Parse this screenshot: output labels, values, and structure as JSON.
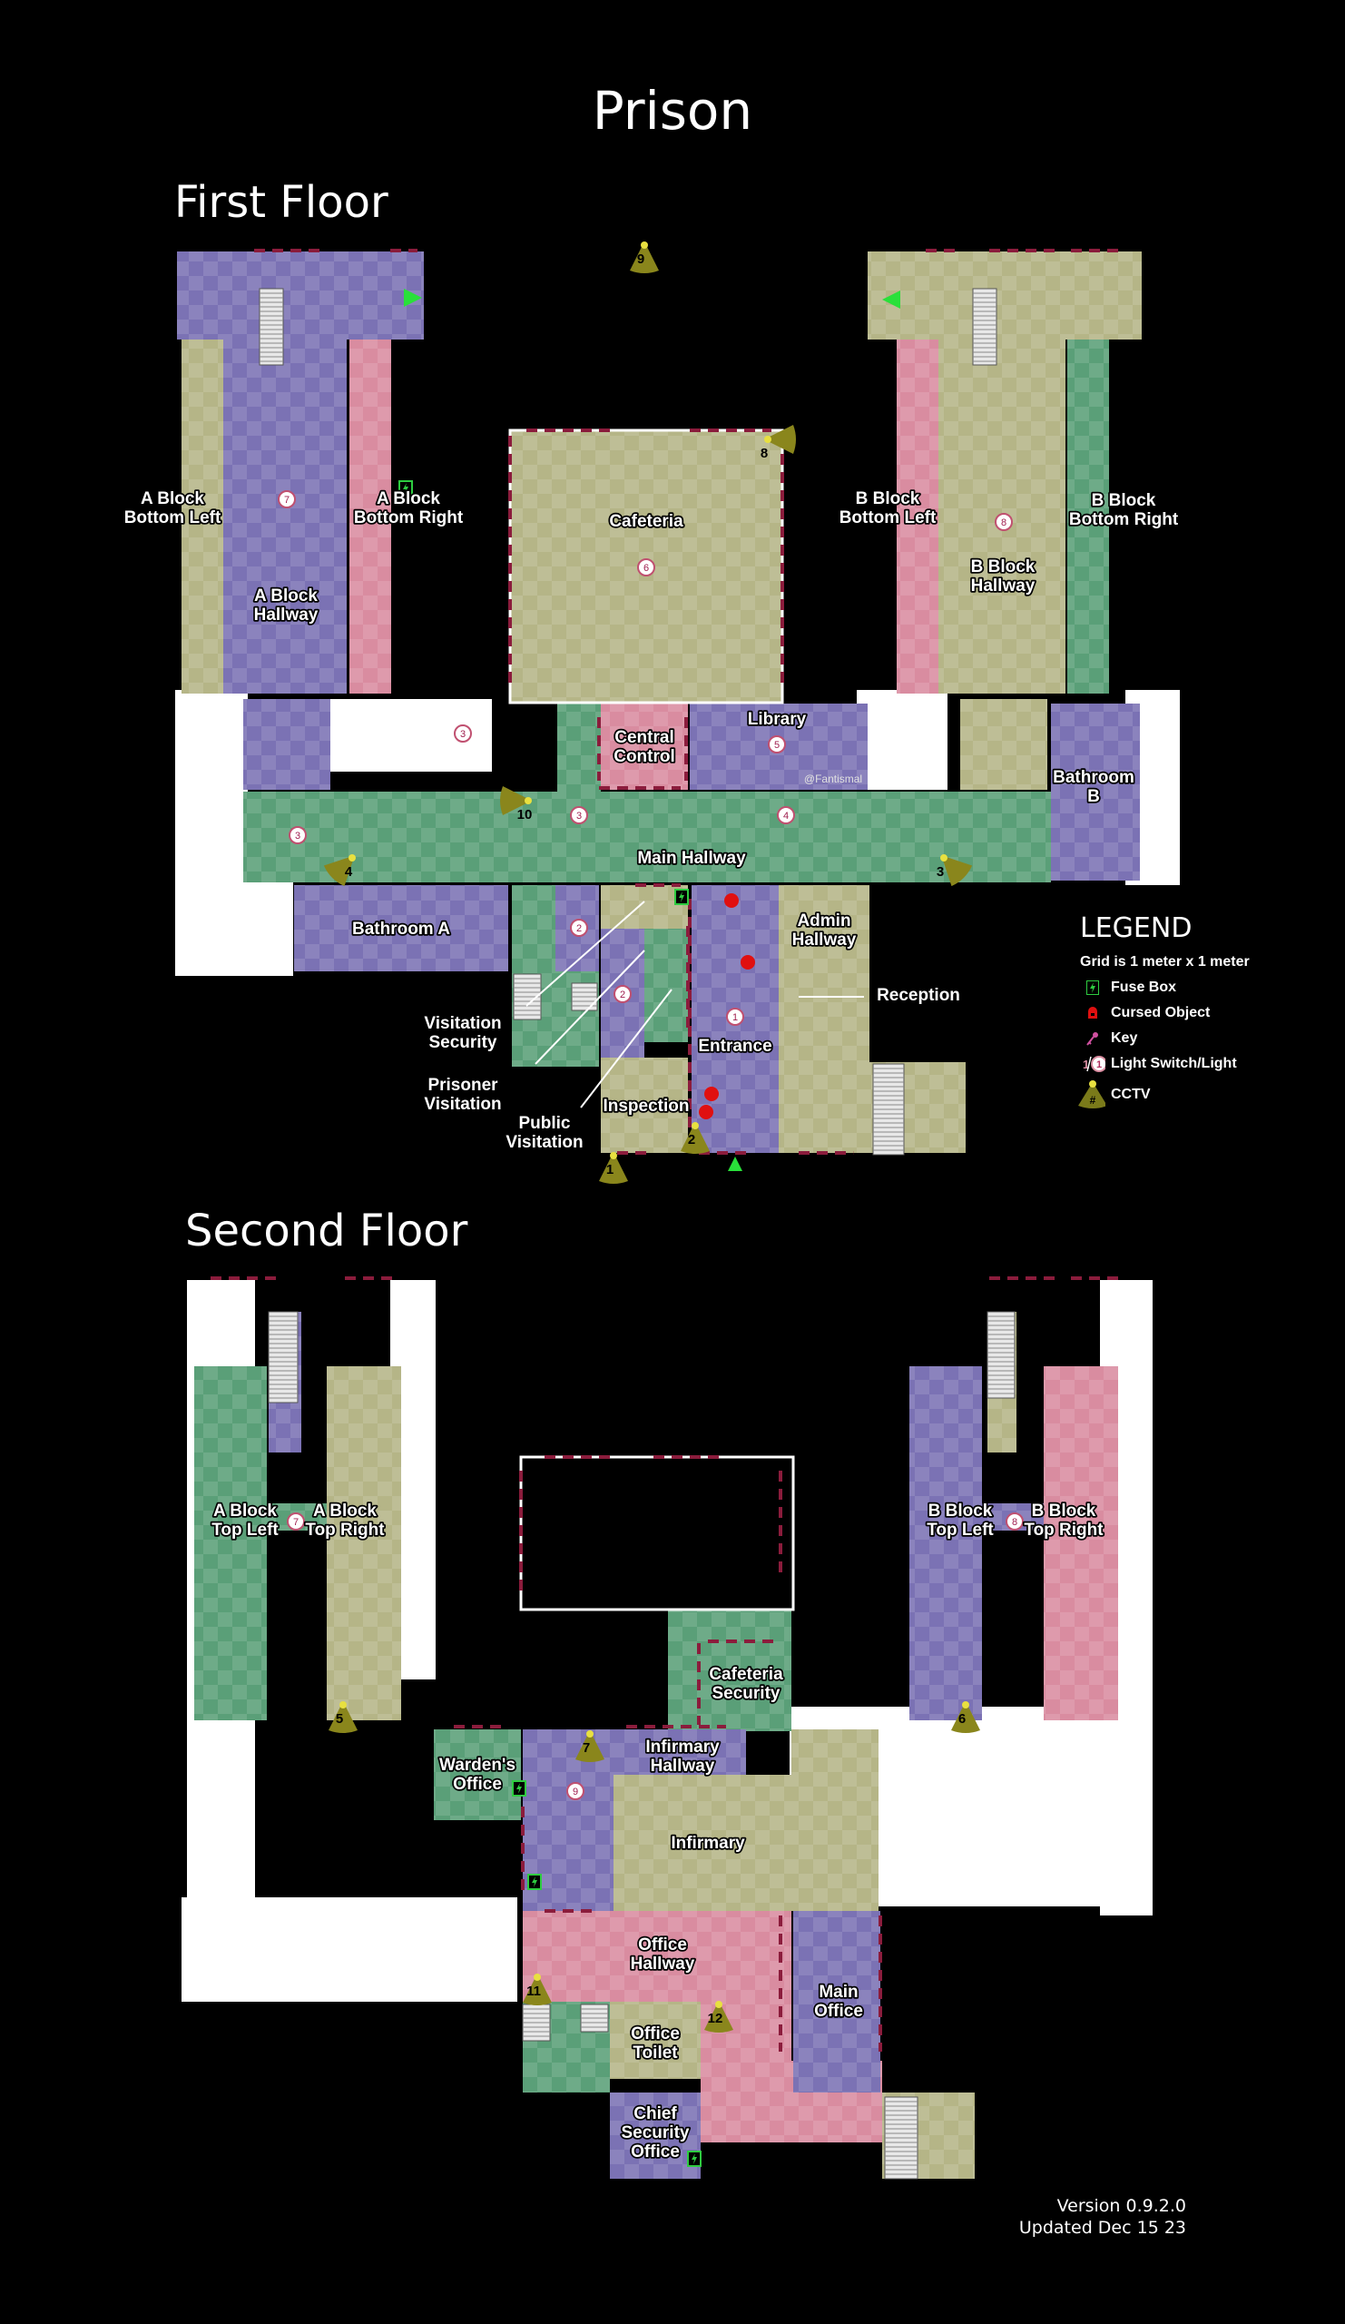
{
  "title": "Prison",
  "floors": {
    "first": "First Floor",
    "second": "Second Floor"
  },
  "colors": {
    "purple": "#7b72b4",
    "olive": "#b5b587",
    "pink": "#d98ca0",
    "green": "#5a9f78",
    "white": "#ffffff",
    "door": "#8b1c3c",
    "cctv": "#c5c23a"
  },
  "rooms": {
    "a_block_bottom_left": "A Block\nBottom Left",
    "a_block_hallway": "A Block\nHallway",
    "a_block_bottom_right": "A Block\nBottom Right",
    "cafeteria": "Cafeteria",
    "b_block_bottom_left": "B Block\nBottom Left",
    "b_block_hallway": "B Block\nHallway",
    "b_block_bottom_right": "B Block\nBottom Right",
    "central_control": "Central\nControl",
    "library": "Library",
    "bathroom_b": "Bathroom\nB",
    "main_hallway": "Main Hallway",
    "bathroom_a": "Bathroom A",
    "admin_hallway": "Admin\nHallway",
    "reception": "Reception",
    "entrance": "Entrance",
    "inspection": "Inspection",
    "visitation_security": "Visitation\nSecurity",
    "prisoner_visitation": "Prisoner\nVisitation",
    "public_visitation": "Public\nVisitation",
    "a_block_top_left": "A Block\nTop Left",
    "a_block_top_right": "A Block\nTop Right",
    "b_block_top_left": "B Block\nTop Left",
    "b_block_top_right": "B Block\nTop Right",
    "cafeteria_security": "Cafeteria\nSecurity",
    "wardens_office": "Warden's\nOffice",
    "infirmary_hallway": "Infirmary\nHallway",
    "infirmary": "Infirmary",
    "office_hallway": "Office\nHallway",
    "main_office": "Main\nOffice",
    "office_toilet": "Office\nToilet",
    "chief_security_office": "Chief\nSecurity\nOffice"
  },
  "cctv": [
    "1",
    "2",
    "3",
    "4",
    "5",
    "6",
    "7",
    "8",
    "9",
    "10",
    "11",
    "12"
  ],
  "lights": [
    "1",
    "2",
    "3",
    "4",
    "5",
    "6",
    "7",
    "8",
    "9"
  ],
  "watermark": "@Fantismal",
  "legend": {
    "title": "LEGEND",
    "grid": "Grid is 1 meter x 1 meter",
    "fuse_box": "Fuse Box",
    "cursed_object": "Cursed Object",
    "key": "Key",
    "light": "Light Switch/Light",
    "cctv": "CCTV",
    "cctv_symbol": "#"
  },
  "version": "Version 0.9.2.0",
  "updated": "Updated Dec 15 23",
  "icons": [
    "fuse-box-icon",
    "cursed-object-icon",
    "key-icon",
    "light-switch-icon",
    "cctv-icon",
    "stairs-icon",
    "spawn-arrow-icon"
  ]
}
